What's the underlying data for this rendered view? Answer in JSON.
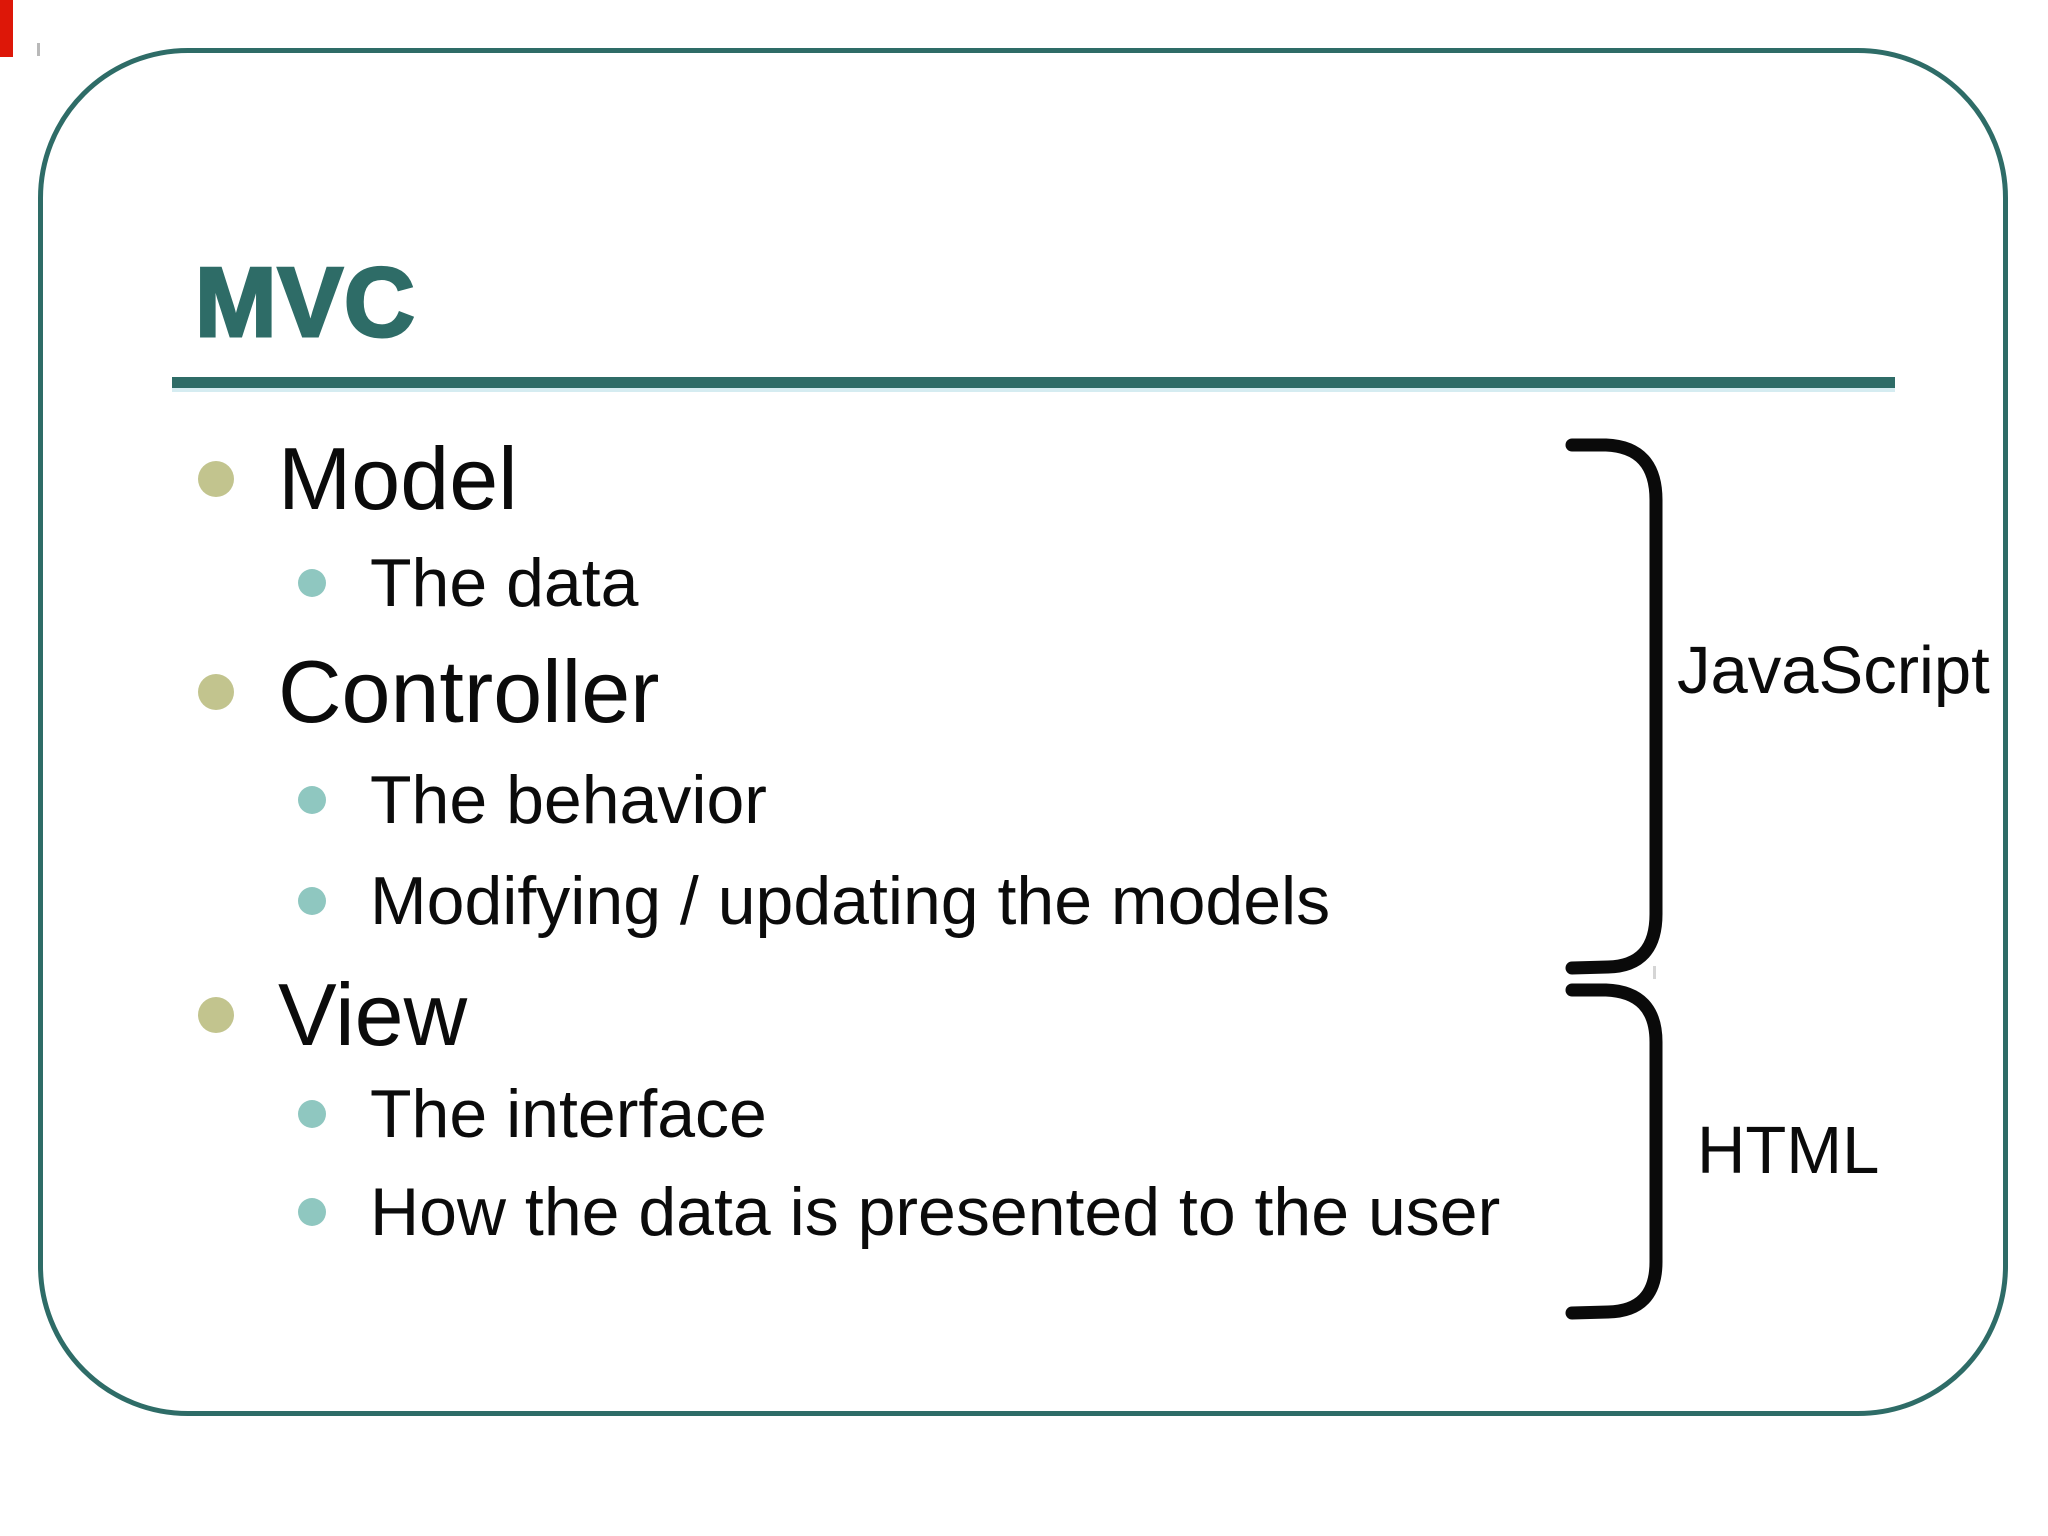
{
  "slide": {
    "title": "MVC",
    "bullets": [
      {
        "level": 1,
        "label": "Model"
      },
      {
        "level": 2,
        "label": "The data"
      },
      {
        "level": 1,
        "label": "Controller"
      },
      {
        "level": 2,
        "label": "The behavior"
      },
      {
        "level": 2,
        "label": "Modifying / updating the models"
      },
      {
        "level": 1,
        "label": "View"
      },
      {
        "level": 2,
        "label": "The interface"
      },
      {
        "level": 2,
        "label": "How the data is presented to the user"
      }
    ],
    "annotations": {
      "top_brace_label": "JavaScript",
      "bottom_brace_label": "HTML"
    },
    "colors": {
      "accent_teal": "#2e6c67",
      "bullet_olive": "#c2c48e",
      "bullet_teal": "#8fc7c0",
      "text": "#0b0b0b",
      "edge_artifact_red": "#dd1708"
    }
  }
}
